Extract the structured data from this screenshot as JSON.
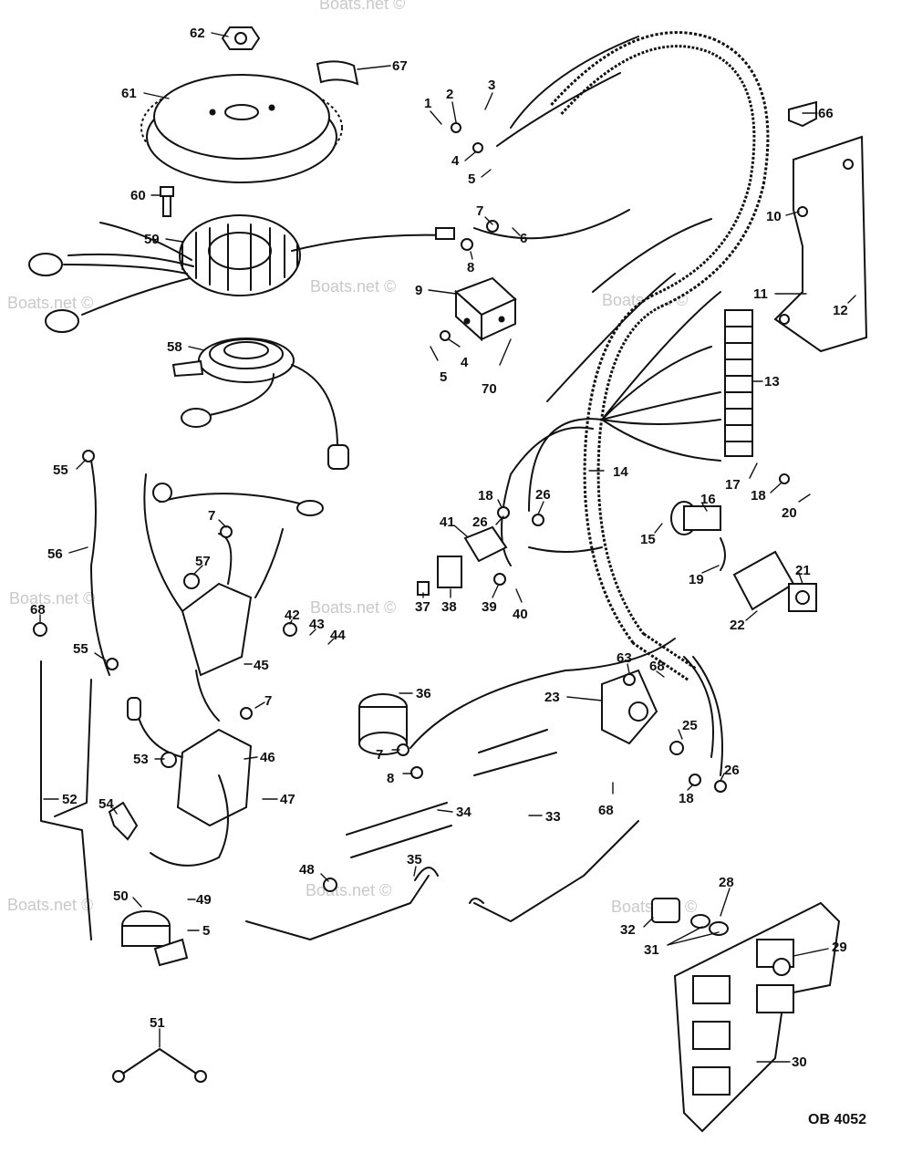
{
  "diagram": {
    "drawing_code": "OB 4052",
    "watermark": "Boats.net ©"
  },
  "callouts": [
    {
      "id": "1"
    },
    {
      "id": "2"
    },
    {
      "id": "3"
    },
    {
      "id": "4"
    },
    {
      "id": "5"
    },
    {
      "id": "6"
    },
    {
      "id": "7"
    },
    {
      "id": "8"
    },
    {
      "id": "9"
    },
    {
      "id": "10"
    },
    {
      "id": "11"
    },
    {
      "id": "12"
    },
    {
      "id": "13"
    },
    {
      "id": "14"
    },
    {
      "id": "15"
    },
    {
      "id": "16"
    },
    {
      "id": "17"
    },
    {
      "id": "18"
    },
    {
      "id": "19"
    },
    {
      "id": "20"
    },
    {
      "id": "21"
    },
    {
      "id": "22"
    },
    {
      "id": "23"
    },
    {
      "id": "25"
    },
    {
      "id": "26"
    },
    {
      "id": "28"
    },
    {
      "id": "29"
    },
    {
      "id": "30"
    },
    {
      "id": "31"
    },
    {
      "id": "32"
    },
    {
      "id": "33"
    },
    {
      "id": "34"
    },
    {
      "id": "35"
    },
    {
      "id": "36"
    },
    {
      "id": "37"
    },
    {
      "id": "38"
    },
    {
      "id": "39"
    },
    {
      "id": "40"
    },
    {
      "id": "41"
    },
    {
      "id": "42"
    },
    {
      "id": "43"
    },
    {
      "id": "44"
    },
    {
      "id": "45"
    },
    {
      "id": "46"
    },
    {
      "id": "47"
    },
    {
      "id": "48"
    },
    {
      "id": "49"
    },
    {
      "id": "50"
    },
    {
      "id": "51"
    },
    {
      "id": "52"
    },
    {
      "id": "53"
    },
    {
      "id": "54"
    },
    {
      "id": "55"
    },
    {
      "id": "56"
    },
    {
      "id": "57"
    },
    {
      "id": "58"
    },
    {
      "id": "59"
    },
    {
      "id": "60"
    },
    {
      "id": "61"
    },
    {
      "id": "62"
    },
    {
      "id": "63"
    },
    {
      "id": "66"
    },
    {
      "id": "67"
    },
    {
      "id": "68"
    },
    {
      "id": "70"
    }
  ]
}
